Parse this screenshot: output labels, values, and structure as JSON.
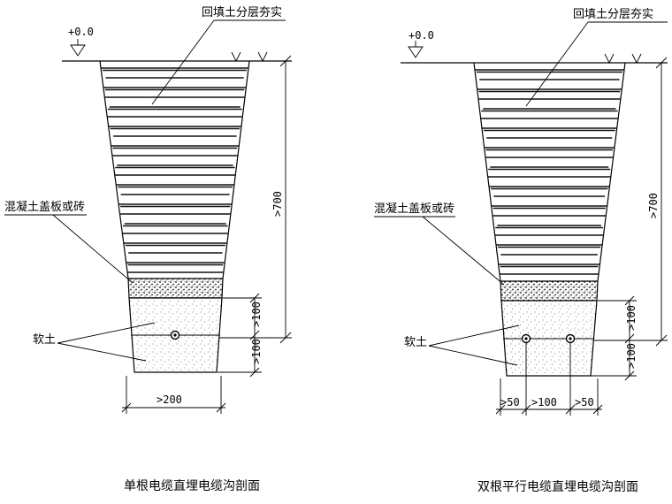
{
  "left": {
    "level": "+0.0",
    "backfill": "回填土分层夯实",
    "cover": "混凝土盖板或砖",
    "soft": "软土",
    "depth": ">700",
    "d1": ">100",
    "d2": ">100",
    "width": ">200",
    "caption": "单根电缆直埋电缆沟剖面"
  },
  "right": {
    "level": "+0.0",
    "backfill": "回填土分层夯实",
    "cover": "混凝土盖板或砖",
    "soft": "软土",
    "depth": ">700",
    "d1": ">100",
    "d2": ">100",
    "w1": ">50",
    "w2": ">100",
    "w3": ">50",
    "caption": "双根平行电缆直埋电缆沟剖面"
  }
}
